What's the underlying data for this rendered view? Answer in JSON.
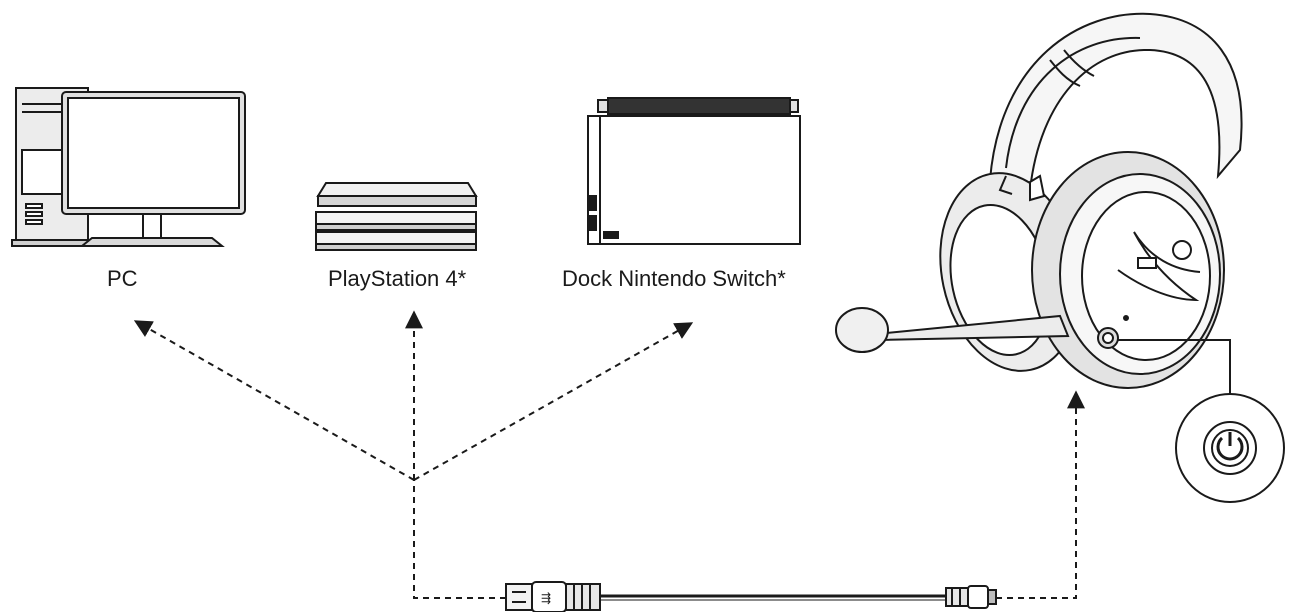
{
  "devices": {
    "pc": {
      "label": "PC",
      "icon": "pc-tower-monitor-icon"
    },
    "ps4": {
      "label": "PlayStation 4*",
      "icon": "playstation-4-console-icon"
    },
    "switch": {
      "label": "Dock Nintendo Switch*",
      "icon": "nintendo-switch-dock-icon"
    }
  },
  "headset": {
    "icon": "gaming-headset-icon"
  },
  "power_button": {
    "icon": "power-icon"
  },
  "cable": {
    "icon": "usb-a-to-usb-c-cable-icon"
  },
  "colors": {
    "line": "#1a1a1a",
    "fill": "#ffffff",
    "shade": "#dcdcdc"
  }
}
